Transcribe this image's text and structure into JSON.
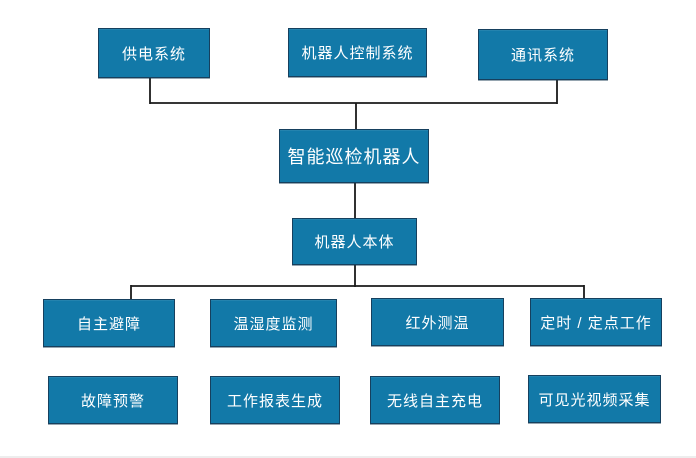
{
  "diagram": {
    "type": "hierarchy-flowchart",
    "language": "zh-CN",
    "background_color": "#FFFFFF",
    "box_fill_color": "#1279A8",
    "box_border_color": "#16405E",
    "box_text_color": "#FFFFFF",
    "connector_color": "#1A1A1A"
  },
  "nodes": {
    "power_system": {
      "label": "供电系统"
    },
    "robot_control_system": {
      "label": "机器人控制系统"
    },
    "communication_system": {
      "label": "通讯系统"
    },
    "intelligent_inspection_robot": {
      "label": "智能巡检机器人"
    },
    "robot_body": {
      "label": "机器人本体"
    },
    "autonomous_obstacle_avoidance": {
      "label": "自主避障"
    },
    "temperature_humidity_monitoring": {
      "label": "温湿度监测"
    },
    "infrared_temperature_measurement": {
      "label": "红外测温"
    },
    "scheduled_fixed_point_work": {
      "label": "定时 / 定点工作"
    },
    "fault_early_warning": {
      "label": "故障预警"
    },
    "work_report_generation": {
      "label": "工作报表生成"
    },
    "wireless_autonomous_charging": {
      "label": "无线自主充电"
    },
    "visible_light_video_capture": {
      "label": "可见光视频采集"
    }
  }
}
